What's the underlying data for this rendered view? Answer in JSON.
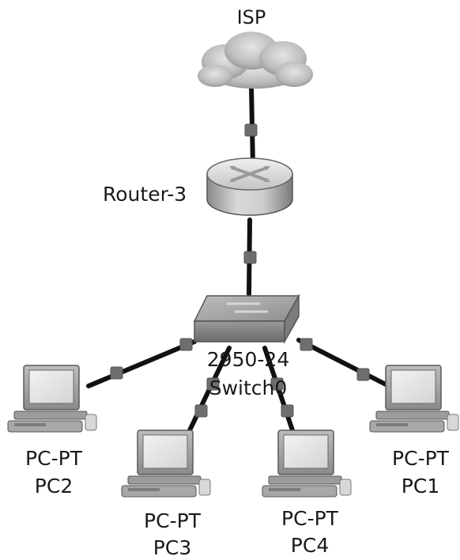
{
  "diagram": {
    "cloud": {
      "label": "ISP",
      "icon": "cloud-icon"
    },
    "router": {
      "label": "Router-3",
      "icon": "router-icon"
    },
    "switch": {
      "model": "2950-24",
      "name": "Switch0",
      "icon": "switch-icon"
    },
    "pcs": [
      {
        "id": "pc2",
        "type": "PC-PT",
        "name": "PC2",
        "icon": "pc-icon"
      },
      {
        "id": "pc3",
        "type": "PC-PT",
        "name": "PC3",
        "icon": "pc-icon"
      },
      {
        "id": "pc4",
        "type": "PC-PT",
        "name": "PC4",
        "icon": "pc-icon"
      },
      {
        "id": "pc1",
        "type": "PC-PT",
        "name": "PC1",
        "icon": "pc-icon"
      }
    ],
    "links": [
      {
        "from": "ISP",
        "to": "Router-3"
      },
      {
        "from": "Router-3",
        "to": "Switch0"
      },
      {
        "from": "Switch0",
        "to": "PC2"
      },
      {
        "from": "Switch0",
        "to": "PC3"
      },
      {
        "from": "Switch0",
        "to": "PC4"
      },
      {
        "from": "Switch0",
        "to": "PC1"
      }
    ],
    "colors": {
      "cable": "#111111",
      "port": "#6e6e6e",
      "device": "#a8a8a8"
    }
  }
}
